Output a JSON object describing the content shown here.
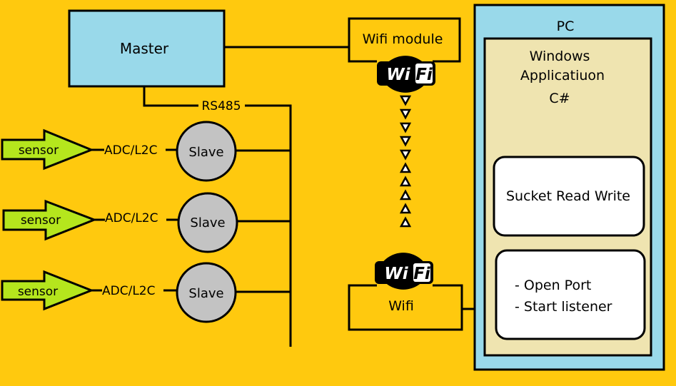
{
  "master": {
    "label": "Master"
  },
  "bus": {
    "label": "RS485"
  },
  "sensors": [
    {
      "label": "sensor",
      "adc_label": "ADC/L2C",
      "slave_label": "Slave"
    },
    {
      "label": "sensor",
      "adc_label": "ADC/L2C",
      "slave_label": "Slave"
    },
    {
      "label": "sensor",
      "adc_label": "ADC/L2C",
      "slave_label": "Slave"
    }
  ],
  "wifi_module": {
    "label": "Wifi module",
    "logo_text": "WiFi"
  },
  "wifi": {
    "label": "Wifi",
    "logo_text": "WiFi"
  },
  "signal": {
    "down_arrows": 5,
    "up_arrows": 5
  },
  "pc": {
    "label": "PC",
    "app_title_line1": "Windows",
    "app_title_line2": "Applicatiuon",
    "app_title_line3": "C#",
    "socket_box": "Sucket Read Write",
    "port_line1": "- Open Port",
    "port_line2": "- Start listener"
  },
  "colors": {
    "background": "#FFC90E",
    "box_blue": "#99D9EA",
    "slave_gray": "#C3C3C3",
    "sensor_green": "#B5E61D",
    "app_beige": "#EFE4B0"
  }
}
